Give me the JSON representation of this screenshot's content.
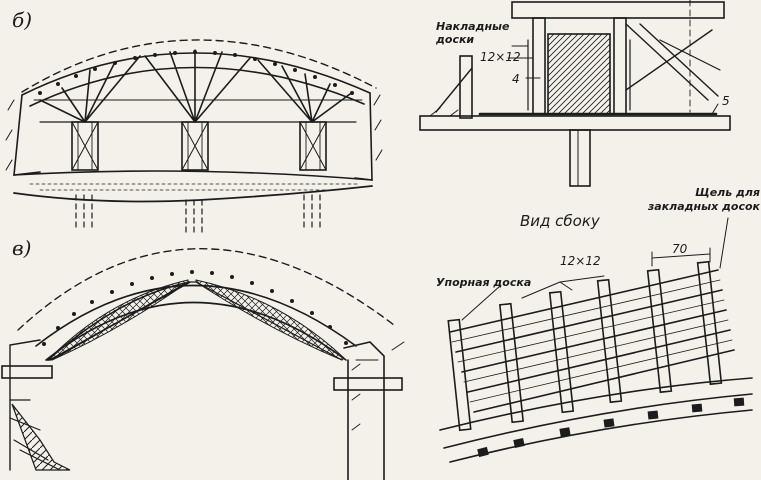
{
  "figure": {
    "panel_b": {
      "letter": "б)"
    },
    "panel_v": {
      "letter": "в)"
    },
    "detail_top": {
      "overlay_boards_label": "Накладные доски",
      "beam_size": "12×12",
      "callout_4": "4",
      "callout_5": "5"
    },
    "side_view": {
      "title": "Вид сбоку",
      "gap_label": "Щель для закладных досок",
      "stop_board_label": "Упорная доска",
      "beam_size": "12×12",
      "spacing": "70"
    }
  },
  "colors": {
    "ink": "#1c1c1c",
    "paper": "#f3f1ea"
  }
}
